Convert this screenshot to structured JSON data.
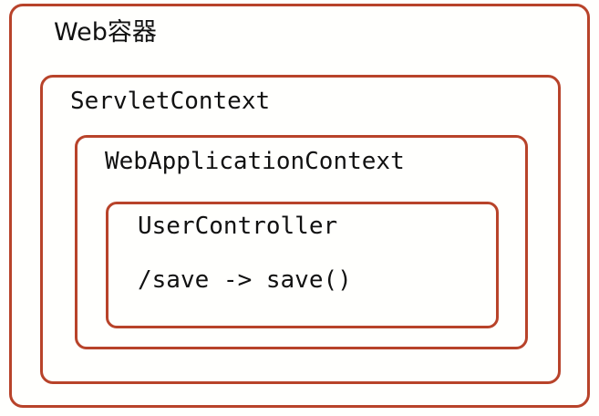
{
  "diagram": {
    "type": "nested-containment-diagram",
    "background_color": "#fffffd",
    "border_color": "#b8432a",
    "text_color": "#111111",
    "layers": [
      {
        "id": "web-container",
        "label": "Web容器",
        "depth": 0
      },
      {
        "id": "servlet-context",
        "label": "ServletContext",
        "depth": 1
      },
      {
        "id": "web-application-context",
        "label": "WebApplicationContext",
        "depth": 2
      },
      {
        "id": "user-controller",
        "label": "UserController",
        "depth": 3,
        "route_mapping": "/save -> save()"
      }
    ]
  }
}
